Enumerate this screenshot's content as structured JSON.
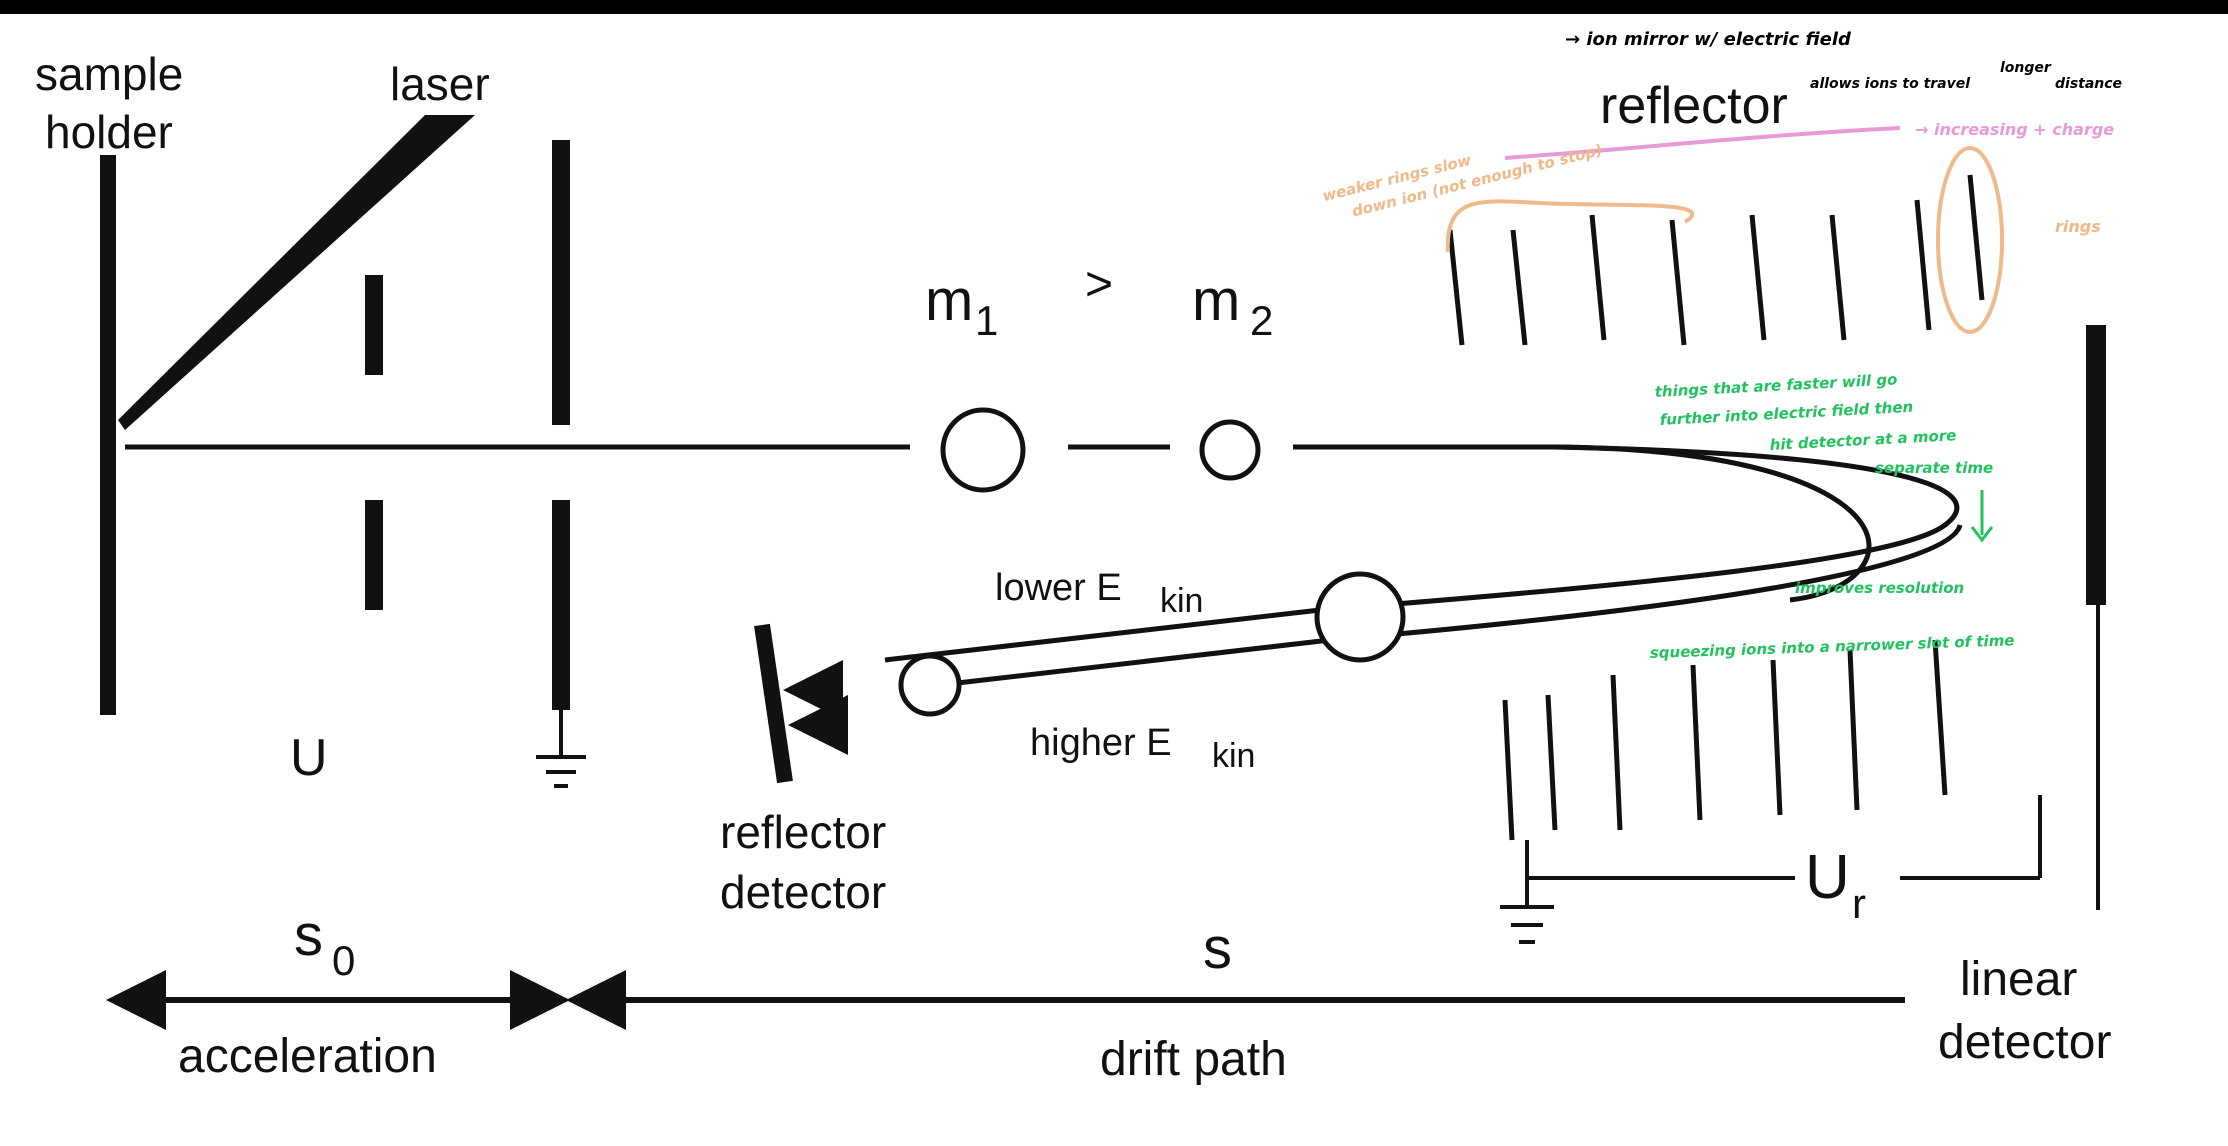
{
  "labels": {
    "sample_holder_1": "sample",
    "sample_holder_2": "holder",
    "laser": "laser",
    "reflector": "reflector",
    "m1": "m",
    "m1_sub": "1",
    "gt": ">",
    "m2": "m",
    "m2_sub": "2",
    "lower_E": "lower E",
    "lower_E_sub": "kin",
    "higher_E": "higher E",
    "higher_E_sub": "kin",
    "U": "U",
    "reflector_detector_1": "reflector",
    "reflector_detector_2": "detector",
    "Ur": "U",
    "Ur_sub": "r",
    "s0": "s",
    "s0_sub": "0",
    "s": "s",
    "acceleration": "acceleration",
    "drift_path": "drift path",
    "linear_detector_1": "linear",
    "linear_detector_2": "detector"
  },
  "annotations": {
    "ion_mirror": "→ ion mirror w/ electric field",
    "allows_1": "allows ions to travel",
    "allows_2": "longer",
    "allows_3": "distance",
    "increasing_charge": "→ increasing + charge",
    "weaker_rings_1": "weaker rings slow",
    "weaker_rings_2": "down ion (not enough to stop)",
    "rings": "rings",
    "faster_1": "things that are faster will go",
    "faster_2": "further into electric field then",
    "faster_3": "hit detector at a more",
    "faster_4": "separate time",
    "improves": "improves resolution",
    "squeezing": "squeezing ions into a narrower slot of time"
  },
  "colors": {
    "ink": "#111111",
    "annotation_black": "#000000",
    "annotation_pink": "#e89ad6",
    "annotation_orange": "#f0b98a",
    "annotation_green": "#22c25e"
  }
}
